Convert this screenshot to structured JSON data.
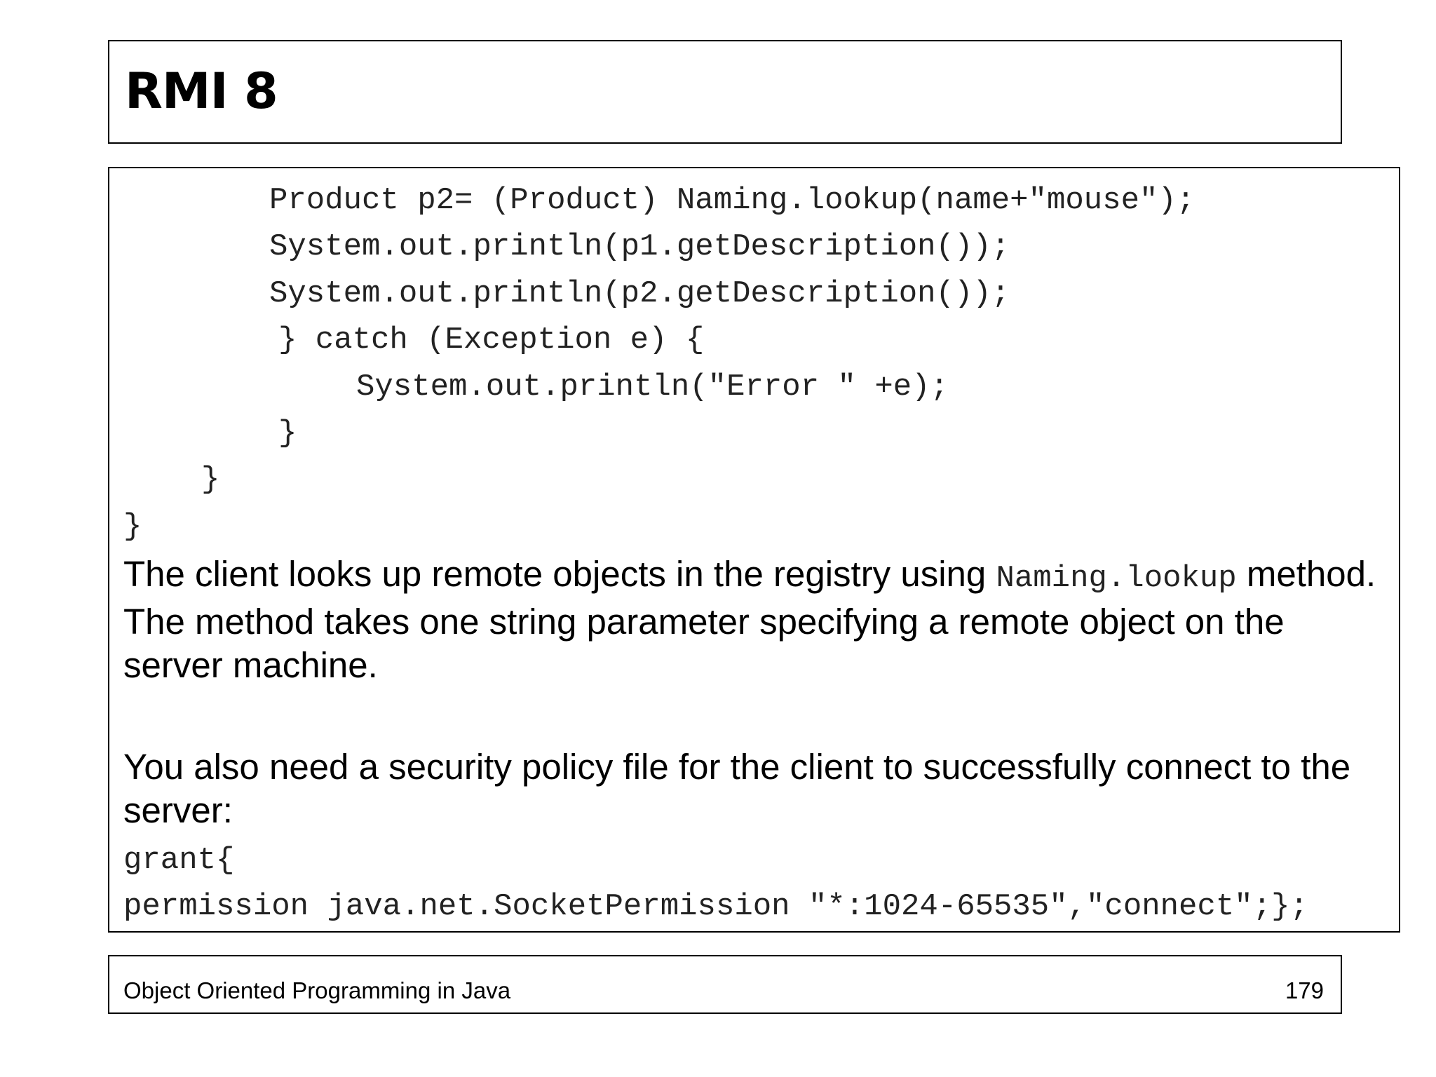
{
  "slide": {
    "title": "RMI 8",
    "code_lines": [
      "Product p2= (Product) Naming.lookup(name+\"mouse\");",
      "System.out.println(p1.getDescription());",
      "System.out.println(p2.getDescription());",
      "} catch (Exception e) {",
      "System.out.println(\"Error \" +e);",
      "}",
      "}",
      "}"
    ],
    "paragraph1": {
      "text_before": "The client looks up remote objects in the registry using ",
      "code": "Naming.lookup",
      "text_after": " method.  The method takes one string parameter specifying a remote object on the server machine."
    },
    "paragraph2": "You also need a security policy file for the client to successfully connect to the server:",
    "policy_lines": [
      "grant{",
      "permission java.net.SocketPermission \"*:1024-65535\",\"connect\";};"
    ]
  },
  "footer": {
    "course": "Object Oriented Programming in Java",
    "page_number": "179"
  }
}
